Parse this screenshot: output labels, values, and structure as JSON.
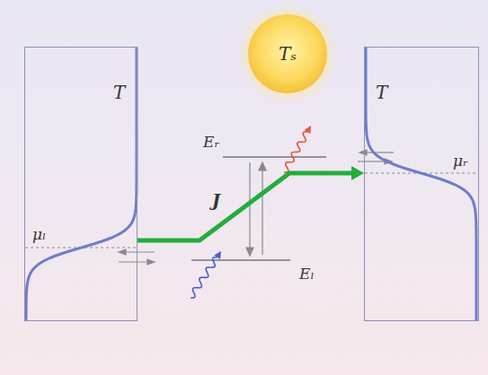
{
  "diagram": {
    "nodes": [
      {
        "text": [
          "T",
          "μₗ"
        ]
      },
      {
        "text": [
          "Tₛ"
        ]
      },
      {
        "text": [
          "T",
          "μᵣ"
        ]
      }
    ],
    "edges": [
      {
        "from": 0,
        "to": 2,
        "arrow": "to",
        "label": "J"
      }
    ],
    "labels": [
      "Eᵣ",
      "Eₗ"
    ]
  }
}
